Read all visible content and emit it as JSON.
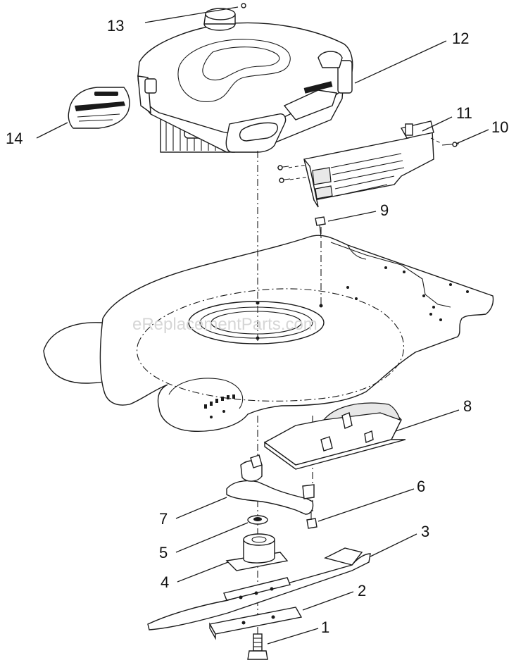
{
  "watermark": "eReplacementParts.com",
  "callouts": [
    {
      "id": "1",
      "label": "1"
    },
    {
      "id": "2",
      "label": "2"
    },
    {
      "id": "3",
      "label": "3"
    },
    {
      "id": "4",
      "label": "4"
    },
    {
      "id": "5",
      "label": "5"
    },
    {
      "id": "6",
      "label": "6"
    },
    {
      "id": "7",
      "label": "7"
    },
    {
      "id": "8",
      "label": "8"
    },
    {
      "id": "9",
      "label": "9"
    },
    {
      "id": "10",
      "label": "10"
    },
    {
      "id": "11",
      "label": "11"
    },
    {
      "id": "12",
      "label": "12"
    },
    {
      "id": "13",
      "label": "13"
    },
    {
      "id": "14",
      "label": "14"
    }
  ]
}
